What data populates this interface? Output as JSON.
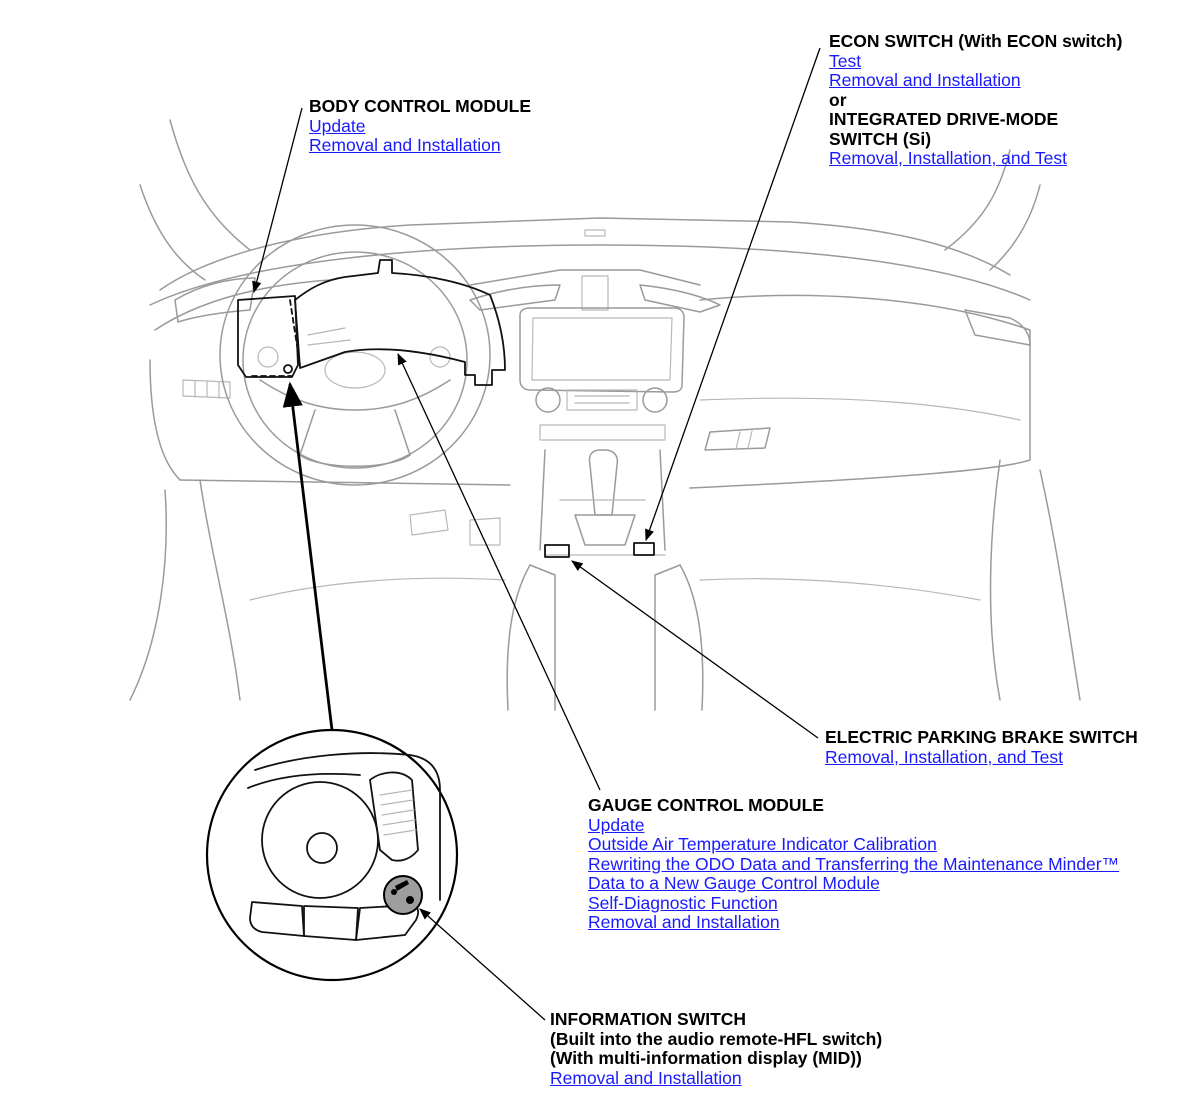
{
  "callouts": {
    "body_control_module": {
      "headings": [
        "BODY CONTROL MODULE"
      ],
      "links": [
        "Update",
        "Removal and Installation"
      ]
    },
    "econ_switch": {
      "lines": [
        {
          "text": "ECON SWITCH (With ECON switch)",
          "kind": "heading"
        },
        {
          "text": "Test",
          "kind": "link"
        },
        {
          "text": "Removal and Installation",
          "kind": "link"
        },
        {
          "text": "or",
          "kind": "heading"
        },
        {
          "text": "INTEGRATED DRIVE-MODE",
          "kind": "heading"
        },
        {
          "text": "SWITCH (Si)",
          "kind": "heading"
        },
        {
          "text": "Removal, Installation, and Test",
          "kind": "link"
        }
      ]
    },
    "electric_parking_brake_switch": {
      "headings": [
        "ELECTRIC PARKING BRAKE SWITCH"
      ],
      "links": [
        "Removal, Installation, and Test"
      ]
    },
    "gauge_control_module": {
      "headings": [
        "GAUGE CONTROL MODULE"
      ],
      "links": [
        "Update",
        "Outside Air Temperature Indicator Calibration",
        "Rewriting the ODO Data and Transferring the Maintenance Minder™",
        "Data to a New Gauge Control Module",
        "Self-Diagnostic Function",
        "Removal and Installation"
      ]
    },
    "information_switch": {
      "headings": [
        "INFORMATION SWITCH",
        "(Built into the audio remote-HFL switch)",
        "(With multi-information display (MID))"
      ],
      "links": [
        "Removal and Installation"
      ]
    }
  },
  "colors": {
    "link": "#1a1aff",
    "heading": "#000000",
    "line_art": "#9a9a9a",
    "leader": "#000000",
    "switch_highlight": "#9e9e9e"
  }
}
